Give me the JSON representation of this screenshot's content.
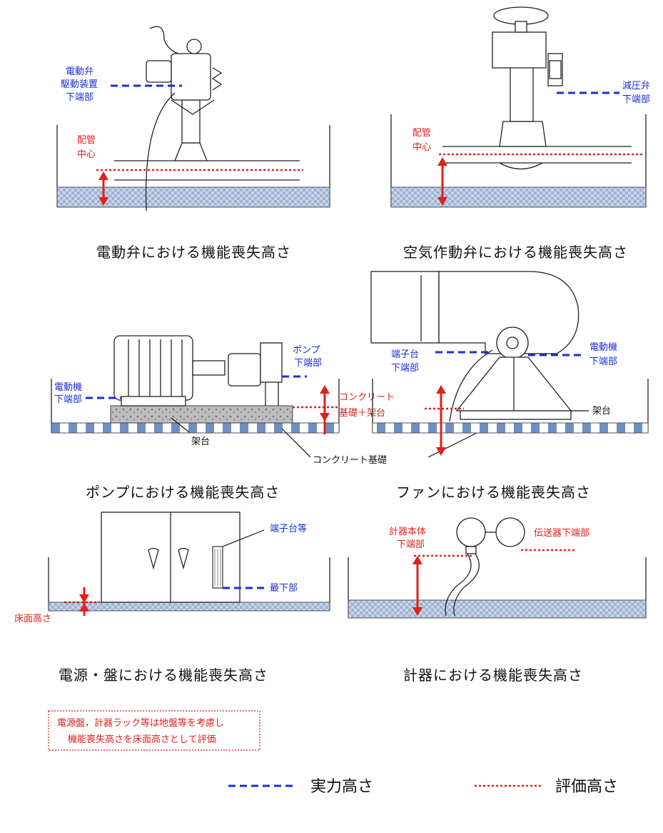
{
  "panels": [
    {
      "caption": "電動弁における機能喪失高さ",
      "labels": [
        "電動弁",
        "駆動装置",
        "下端部",
        "配管",
        "中心"
      ]
    },
    {
      "caption": "空気作動弁における機能喪失高さ",
      "labels": [
        "減圧弁",
        "下端部",
        "配管",
        "中心"
      ]
    },
    {
      "caption": "ポンプにおける機能喪失高さ",
      "labels": [
        "ポンプ",
        "下端部",
        "電動機",
        "下端部",
        "コンクリート",
        "基礎＋架台",
        "架台"
      ]
    },
    {
      "caption": "ファンにおける機能喪失高さ",
      "labels": [
        "端子台",
        "下端部",
        "電動機",
        "下端部",
        "架台"
      ]
    },
    {
      "caption": "電源・盤における機能喪失高さ",
      "labels": [
        "端子台等",
        "最下部",
        "床面高さ"
      ]
    },
    {
      "caption": "計器における機能喪失高さ",
      "labels": [
        "計器本体",
        "下端部",
        "伝送器下端部"
      ]
    }
  ],
  "shared_labels": {
    "concrete_foundation": "コンクリート基礎"
  },
  "note": [
    "電源盤，計器ラック等は地盤等を考慮し",
    "機能喪失高さを床面高さとして評価"
  ],
  "legend": {
    "blue": "実力高さ",
    "red": "評価高さ"
  },
  "colors": {
    "blue": "#1a2fd4",
    "red": "#e0201a",
    "floor": "#b8c8e0"
  }
}
